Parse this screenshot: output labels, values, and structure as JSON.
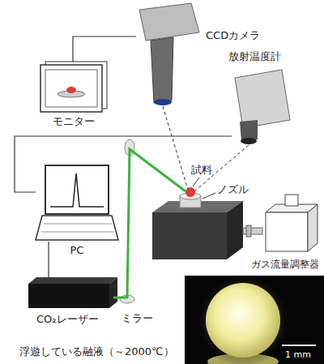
{
  "diagram": {
    "caption": "浮遊している融液（～2000℃）",
    "nodes": [
      {
        "text": [
          "モニター"
        ]
      },
      {
        "text": [
          "CCDカメラ"
        ]
      },
      {
        "text": [
          "放射温度計"
        ]
      },
      {
        "text": [
          "PC"
        ]
      },
      {
        "text": [
          "CO₂レーザー"
        ]
      },
      {
        "text": [
          "ガス流量調整器"
        ]
      }
    ],
    "edges": [
      {
        "from": 0,
        "to": 1,
        "arrow": "none"
      },
      {
        "from": 3,
        "to": 2,
        "arrow": "none"
      },
      {
        "from": 3,
        "to": 4,
        "arrow": "none"
      }
    ],
    "labels": [
      "試料",
      "ノズル",
      "ミラー",
      "1 mm"
    ]
  }
}
